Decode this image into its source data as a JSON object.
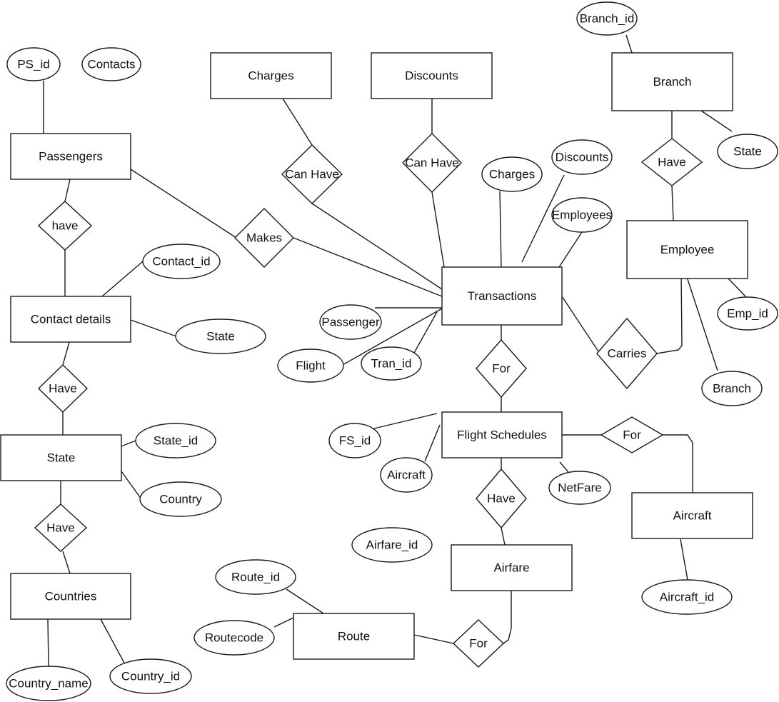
{
  "entities": [
    {
      "id": "passengers",
      "label": "Passengers"
    },
    {
      "id": "contact-details",
      "label": "Contact details"
    },
    {
      "id": "state",
      "label": "State"
    },
    {
      "id": "countries",
      "label": "Countries"
    },
    {
      "id": "charges",
      "label": "Charges"
    },
    {
      "id": "discounts",
      "label": "Discounts"
    },
    {
      "id": "branch",
      "label": "Branch"
    },
    {
      "id": "employee",
      "label": "Employee"
    },
    {
      "id": "transactions",
      "label": "Transactions"
    },
    {
      "id": "flight-schedules",
      "label": "Flight Schedules"
    },
    {
      "id": "aircraft",
      "label": "Aircraft"
    },
    {
      "id": "airfare",
      "label": "Airfare"
    },
    {
      "id": "route",
      "label": "Route"
    }
  ],
  "relationships": [
    {
      "id": "have-passengers-contact",
      "label": "have"
    },
    {
      "id": "have-contact-state",
      "label": "Have"
    },
    {
      "id": "have-state-countries",
      "label": "Have"
    },
    {
      "id": "makes",
      "label": "Makes"
    },
    {
      "id": "can-have-charges",
      "label": "Can Have"
    },
    {
      "id": "can-have-discounts",
      "label": "Can Have"
    },
    {
      "id": "have-branch-employee",
      "label": "Have"
    },
    {
      "id": "carries",
      "label": "Carries"
    },
    {
      "id": "for-transactions-schedules",
      "label": "For"
    },
    {
      "id": "for-schedules-aircraft",
      "label": "For"
    },
    {
      "id": "have-schedules-airfare",
      "label": "Have"
    },
    {
      "id": "for-route-airfare",
      "label": "For"
    }
  ],
  "attributes": [
    {
      "id": "ps-id",
      "label": "PS_id"
    },
    {
      "id": "contacts",
      "label": "Contacts"
    },
    {
      "id": "contact-id",
      "label": "Contact_id"
    },
    {
      "id": "contact-state",
      "label": "State"
    },
    {
      "id": "state-id",
      "label": "State_id"
    },
    {
      "id": "state-country",
      "label": "Country"
    },
    {
      "id": "country-name",
      "label": "Country_name"
    },
    {
      "id": "country-id",
      "label": "Country_id"
    },
    {
      "id": "branch-id",
      "label": "Branch_id"
    },
    {
      "id": "branch-state",
      "label": "State"
    },
    {
      "id": "tr-charges",
      "label": "Charges"
    },
    {
      "id": "tr-discounts",
      "label": "Discounts"
    },
    {
      "id": "tr-employees",
      "label": "Employees"
    },
    {
      "id": "tr-passenger",
      "label": "Passenger"
    },
    {
      "id": "tr-flight",
      "label": "Flight"
    },
    {
      "id": "tran-id",
      "label": "Tran_id"
    },
    {
      "id": "emp-id",
      "label": "Emp_id"
    },
    {
      "id": "emp-branch",
      "label": "Branch"
    },
    {
      "id": "fs-id",
      "label": "FS_id"
    },
    {
      "id": "fs-aircraft",
      "label": "Aircraft"
    },
    {
      "id": "netfare",
      "label": "NetFare"
    },
    {
      "id": "airfare-id",
      "label": "Airfare_id"
    },
    {
      "id": "aircraft-id",
      "label": "Aircraft_id"
    },
    {
      "id": "route-id",
      "label": "Route_id"
    },
    {
      "id": "routecode",
      "label": "Routecode"
    }
  ]
}
